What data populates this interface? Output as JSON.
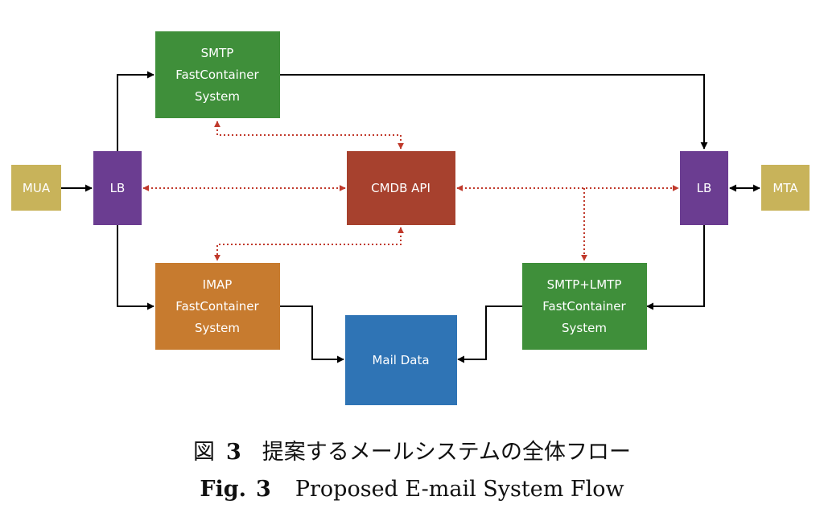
{
  "nodes": {
    "mua": {
      "lines": [
        "MUA"
      ],
      "color": "#c8b35a"
    },
    "lb_left": {
      "lines": [
        "LB"
      ],
      "color": "#6b3d91"
    },
    "smtp": {
      "lines": [
        "SMTP",
        "FastContainer",
        "System"
      ],
      "color": "#3f8f3a"
    },
    "cmdb": {
      "lines": [
        "CMDB API"
      ],
      "color": "#a7412e"
    },
    "imap": {
      "lines": [
        "IMAP",
        "FastContainer",
        "System"
      ],
      "color": "#c77b2f"
    },
    "mail_data": {
      "lines": [
        "Mail Data"
      ],
      "color": "#2f74b5"
    },
    "smtp_lmtp": {
      "lines": [
        "SMTP+LMTP",
        "FastContainer",
        "System"
      ],
      "color": "#3f8f3a"
    },
    "lb_right": {
      "lines": [
        "LB"
      ],
      "color": "#6b3d91"
    },
    "mta": {
      "lines": [
        "MTA"
      ],
      "color": "#c8b35a"
    }
  },
  "edge_colors": {
    "flow": "#000000",
    "api": "#c0392b"
  },
  "caption": {
    "ja_label": "図",
    "ja_number": "3",
    "ja_text": "提案するメールシステムの全体フロー",
    "en_label": "Fig.",
    "en_number": "3",
    "en_text": "Proposed E-mail System Flow"
  }
}
